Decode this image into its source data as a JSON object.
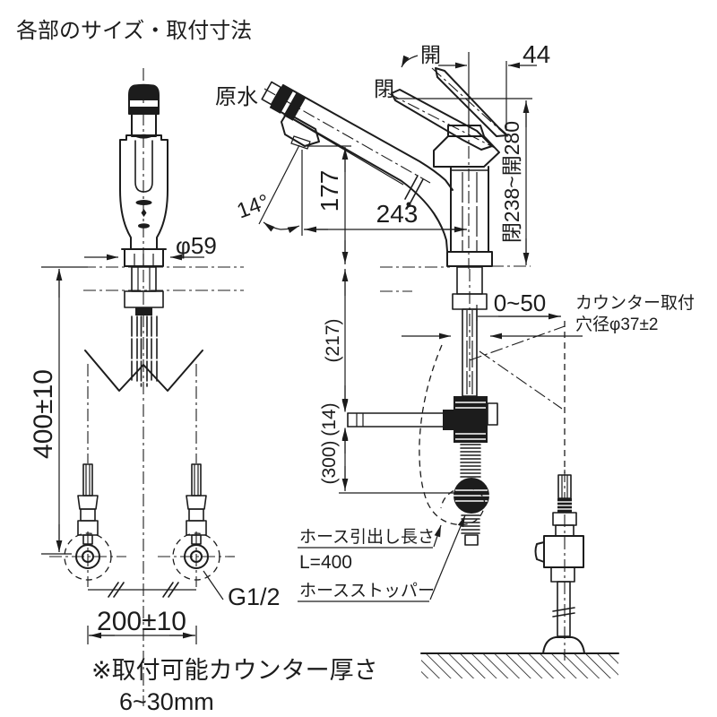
{
  "title": "各部のサイズ・取付寸法",
  "appearance": {
    "ink_color": "#1c1c1c",
    "background_color": "#ffffff"
  },
  "front_view": {
    "dim_body_diameter": "φ59",
    "dim_hose_length": "400±10",
    "dim_supply_spacing": "200±10",
    "thread_label": "G1/2"
  },
  "side_view": {
    "open_label": "開",
    "closed_label": "閉",
    "dim_handle_offset": "44",
    "dim_height_range": "閉238~開280",
    "spray_label": "原水",
    "dim_angle": "14°",
    "dim_spout_height": "177",
    "dim_spout_reach": "243",
    "dim_hole_offset": "0~50",
    "counter_hole_note1": "カウンター取付",
    "counter_hole_note2": "穴径φ37±2",
    "dim_under_counter": "(217)",
    "dim_counter_thickness": "(14)",
    "dim_hose_drop": "(300)",
    "hose_note1": "ホース引出し長さ",
    "hose_note2": "L=400",
    "hose_note3": "ホースストッパー"
  },
  "footnote": {
    "line1": "※取付可能カウンター厚さ",
    "line2": "6~30mm"
  }
}
